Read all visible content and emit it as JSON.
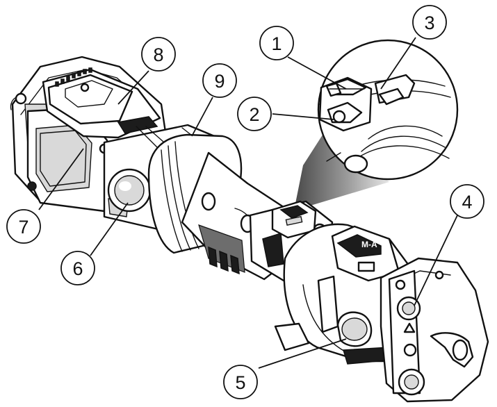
{
  "figure": {
    "callouts": [
      {
        "label": "1"
      },
      {
        "label": "2"
      },
      {
        "label": "3"
      },
      {
        "label": "4"
      },
      {
        "label": "5"
      },
      {
        "label": "6"
      },
      {
        "label": "7"
      },
      {
        "label": "8"
      },
      {
        "label": "9"
      }
    ],
    "plate_text": "M-A",
    "colors": {
      "line": "#111111",
      "fill": "#ffffff",
      "dark": "#1c1c1c",
      "mid_gray": "#6d6d6d",
      "light_gray": "#d9d9d9"
    }
  }
}
